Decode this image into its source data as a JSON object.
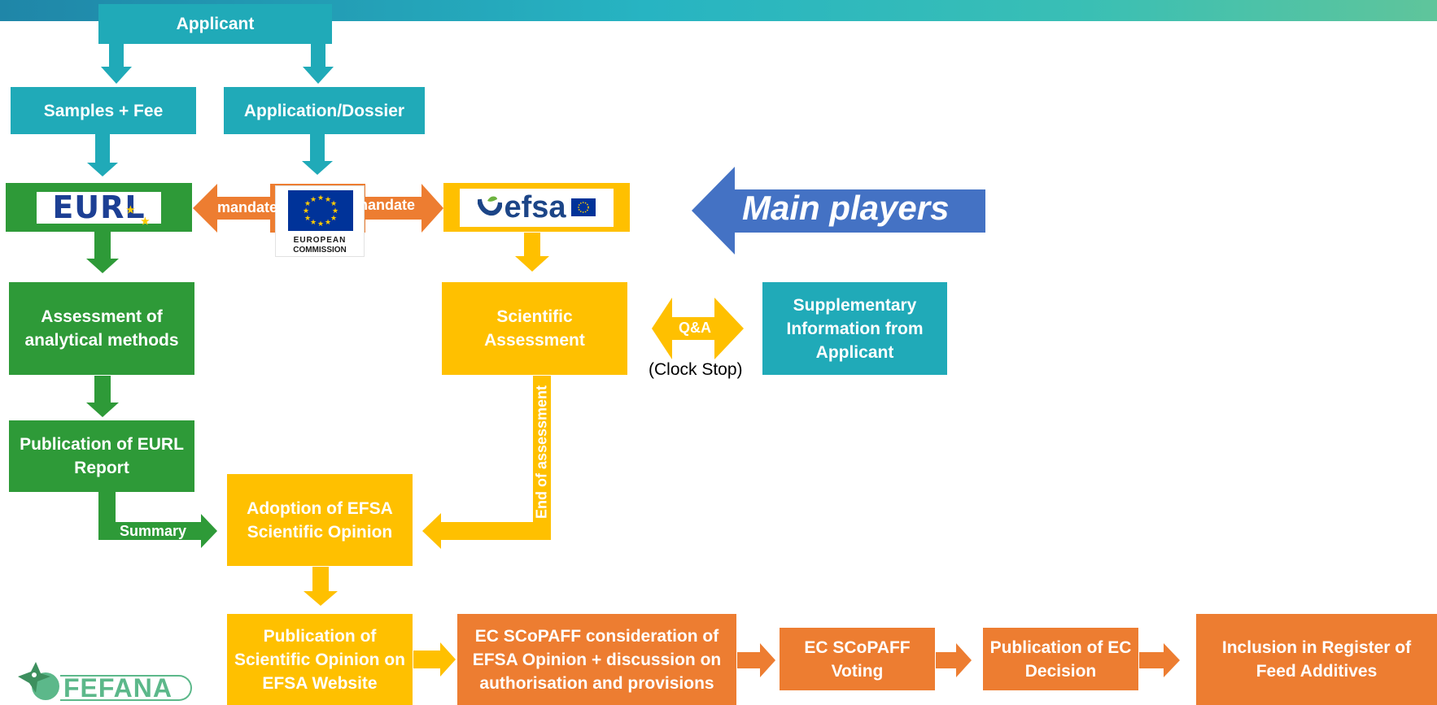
{
  "boxes": {
    "applicant": "Applicant",
    "samples_fee": "Samples + Fee",
    "application_dossier": "Application/Dossier",
    "assessment_methods": "Assessment of analytical methods",
    "publication_eurl": "Publication of EURL Report",
    "scientific_assessment": "Scientific Assessment",
    "supplementary_info": "Supplementary Information from Applicant",
    "adoption_opinion": "Adoption of EFSA Scientific Opinion",
    "publication_opinion": "Publication of Scientific Opinion on EFSA Website",
    "scopaff_consideration": "EC SCoPAFF consideration of EFSA Opinion + discussion on authorisation and provisions",
    "scopaff_voting": "EC SCoPAFF Voting",
    "publication_decision": "Publication of EC Decision",
    "inclusion_register": "Inclusion in Register of Feed Additives"
  },
  "labels": {
    "mandate_left": "mandate",
    "mandate_right": "mandate",
    "qa": "Q&A",
    "clock_stop": "(Clock Stop)",
    "end_of_assessment": "End of assessment",
    "summary": "Summary",
    "main_players": "Main players"
  },
  "logos": {
    "eurl": "EURL",
    "ec_line1": "EUROPEAN",
    "ec_line2": "COMMISSION",
    "efsa": "efsa",
    "fefana": "FEFANA"
  },
  "colors": {
    "teal": "#20aab8",
    "green": "#2e9a38",
    "yellow": "#ffc000",
    "orange": "#ed7d31",
    "main_players_blue": "#4472c4",
    "eu_blue": "#003399",
    "eu_star": "#ffcc00"
  }
}
